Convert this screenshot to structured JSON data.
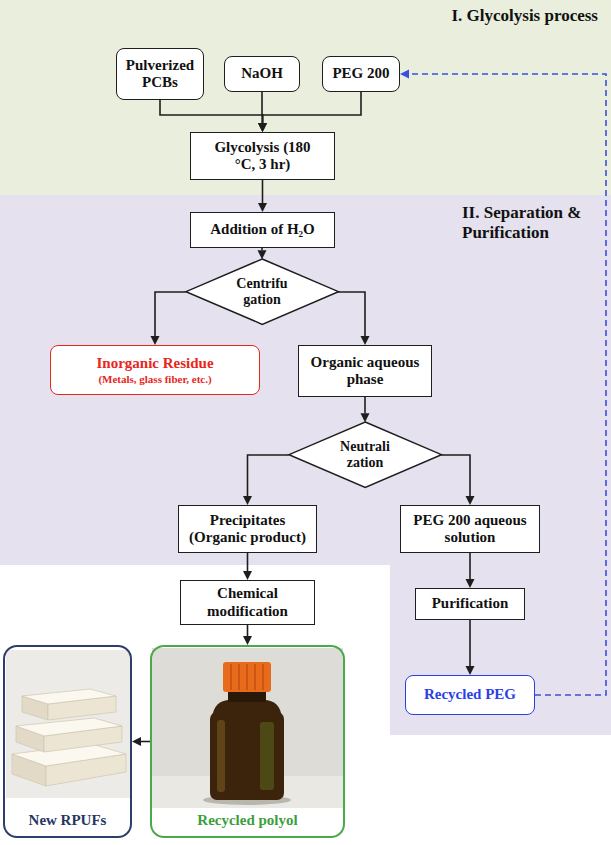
{
  "diagram": {
    "nodes": [
      {
        "text": [
          "I. Glycolysis process"
        ]
      },
      {
        "text": [
          "Pulverized PCBs"
        ],
        "in": 0
      },
      {
        "text": [
          "NaOH"
        ],
        "in": 0
      },
      {
        "text": [
          "PEG 200"
        ],
        "in": 0
      },
      {
        "text": [
          "Glycolysis (180 °C, 3 hr)"
        ],
        "in": 0
      },
      {
        "text": [
          "II. Separation & Purification"
        ]
      },
      {
        "text": [
          "Addition of H₂O"
        ],
        "in": 5
      },
      {
        "text": [
          "Centrifu gation"
        ],
        "in": 5
      },
      {
        "text": [
          "Inorganic Residue",
          "(Metals, glass fiber, etc.)"
        ],
        "in": 5
      },
      {
        "text": [
          "Organic aqueous phase"
        ],
        "in": 5
      },
      {
        "text": [
          "Neutrali zation"
        ],
        "in": 5
      },
      {
        "text": [
          "Precipitates (Organic product)"
        ],
        "in": 5
      },
      {
        "text": [
          "PEG 200 aqueous solution"
        ],
        "in": 5
      },
      {
        "text": [
          "Chemical modification"
        ]
      },
      {
        "text": [
          "Purification"
        ],
        "in": 5
      },
      {
        "text": [
          "Recycled PEG"
        ],
        "in": 5
      },
      {
        "text": [
          "Recycled polyol"
        ]
      },
      {
        "text": [
          "New RPUFs"
        ]
      }
    ],
    "edges": [
      {
        "from": 1,
        "to": 4,
        "arrow": "to"
      },
      {
        "from": 2,
        "to": 4,
        "arrow": "to"
      },
      {
        "from": 3,
        "to": 4,
        "arrow": "to"
      },
      {
        "from": 4,
        "to": 6,
        "arrow": "to"
      },
      {
        "from": 6,
        "to": 7,
        "arrow": "to"
      },
      {
        "from": 7,
        "to": 8,
        "arrow": "to"
      },
      {
        "from": 7,
        "to": 9,
        "arrow": "to"
      },
      {
        "from": 9,
        "to": 10,
        "arrow": "to"
      },
      {
        "from": 10,
        "to": 11,
        "arrow": "to"
      },
      {
        "from": 10,
        "to": 12,
        "arrow": "to"
      },
      {
        "from": 11,
        "to": 13,
        "arrow": "to"
      },
      {
        "from": 12,
        "to": 14,
        "arrow": "to"
      },
      {
        "from": 14,
        "to": 15,
        "arrow": "to"
      },
      {
        "from": 15,
        "to": 3,
        "arrow": "to"
      },
      {
        "from": 13,
        "to": 16,
        "arrow": "to"
      },
      {
        "from": 16,
        "to": 17,
        "arrow": "to"
      }
    ]
  }
}
